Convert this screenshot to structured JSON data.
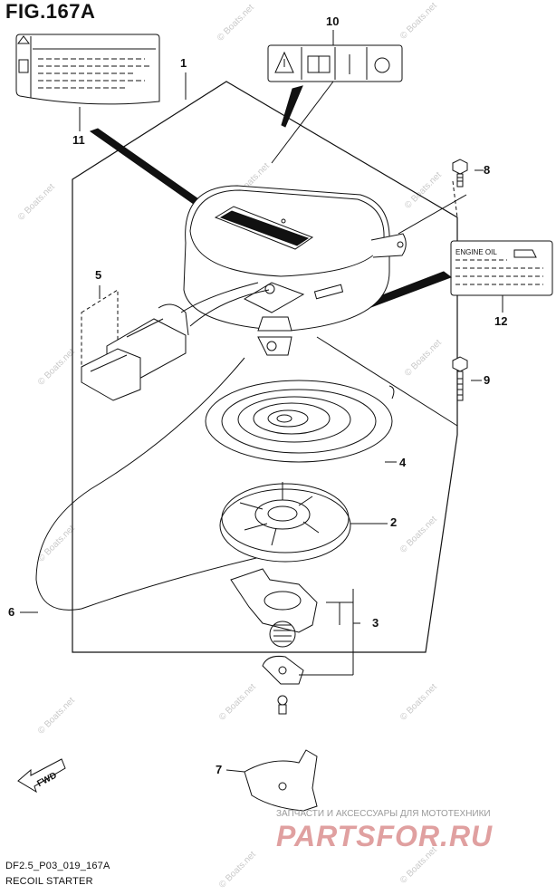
{
  "figure": {
    "title": "FIG.167A",
    "code": "DF2.5_P03_019_167A",
    "caption": "RECOIL STARTER"
  },
  "callouts": [
    "1",
    "2",
    "3",
    "4",
    "5",
    "6",
    "7",
    "8",
    "9",
    "10",
    "11",
    "12"
  ],
  "label_12_text": "ENGINE OIL",
  "fwd_text": "FWD",
  "watermark": "© Boats.net",
  "brand": {
    "subtitle": "ЗАПЧАСТИ И АКСЕССУАРЫ ДЛЯ МОТОТЕХНИКИ",
    "name": "PARTSFOR.RU"
  }
}
